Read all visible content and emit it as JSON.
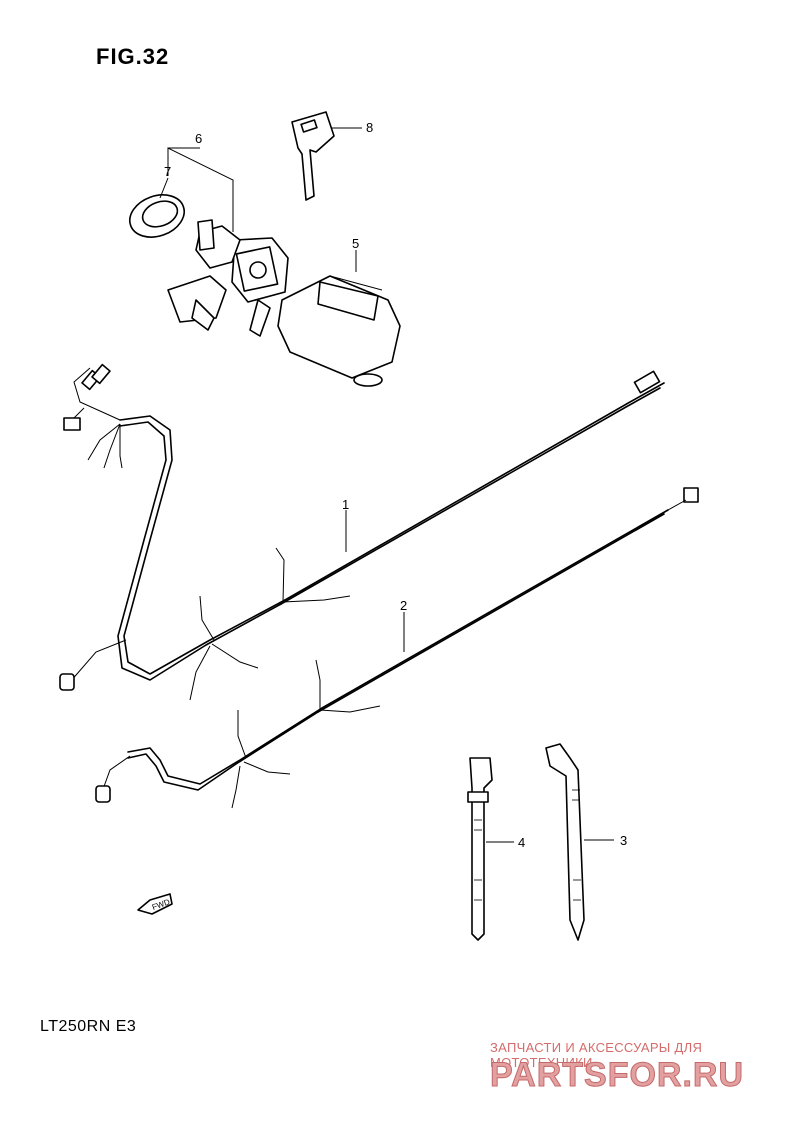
{
  "figure": {
    "title": "FIG.32",
    "model": "LT250RN E3"
  },
  "callouts": [
    "1",
    "2",
    "3",
    "4",
    "5",
    "6",
    "7",
    "8"
  ],
  "fwd_label": "FWD",
  "watermark": {
    "text": "ЗАПЧАСТИ И АКСЕССУАРЫ ДЛЯ МОТОТЕХНИКИ",
    "logo": "PARTSFOR.RU"
  }
}
